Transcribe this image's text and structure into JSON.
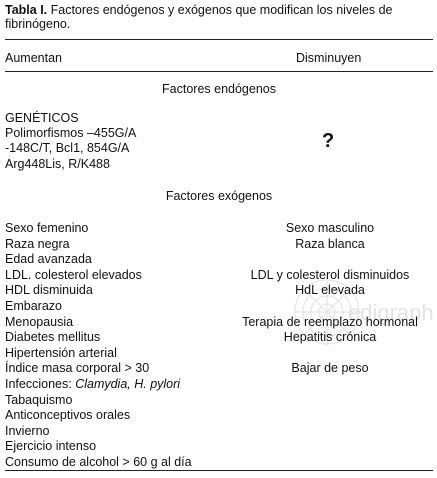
{
  "caption": {
    "label": "Tabla I.",
    "text": " Factores endógenos y exógenos que modifican los niveles de fibrinógeno."
  },
  "headers": {
    "left": "Aumentan",
    "right": "Disminuyen"
  },
  "sections": {
    "endogenous": "Factores endógenos",
    "exogenous": "Factores exógenos"
  },
  "genetic": {
    "title": "GENÉTICOS",
    "lines": [
      "Polimorfismos –455G/A",
      "-148C/T, Bcl1, 854G/A",
      "Arg448Lis, R/K488"
    ],
    "decrease": "?"
  },
  "exogenous_increase": [
    "Sexo femenino",
    "Raza negra",
    "Edad avanzada",
    "LDL. colesterol elevados",
    "HDL disminuida",
    "Embarazo",
    "Menopausia",
    "Diabetes mellitus",
    "Hipertensión arterial",
    "Índice masa corporal > 30",
    {
      "prefix": "Infecciones: ",
      "italic": "Clamydia, H. pylori"
    },
    "Tabaquismo",
    "Anticonceptivos orales",
    "Invierno",
    "Ejercicio intenso",
    "Consumo de alcohol > 60 g al día"
  ],
  "exogenous_decrease": [
    "Sexo masculino",
    "Raza blanca",
    "",
    "LDL y colesterol disminuidos",
    "HdL elevada",
    "",
    "Terapia de reemplazo hormonal",
    "Hepatitis crónica",
    "",
    "Bajar de peso"
  ],
  "watermark": {
    "icon": "web-logo-icon",
    "text": "edigraph"
  }
}
